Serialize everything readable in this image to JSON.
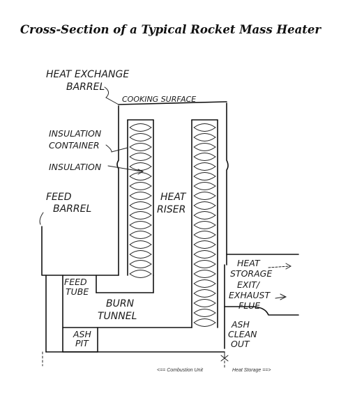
{
  "title": "Cross-Section of a Typical Rocket Mass Heater",
  "labels": {
    "heat_exchange_1": "HEAT EXCHANGE",
    "heat_exchange_2": "BARREL",
    "cooking_surface": "COOKING SURFACE",
    "insul_container_1": "INSULATION",
    "insul_container_2": "CONTAINER",
    "insulation": "INSULATION",
    "heat_1": "HEAT",
    "heat_2": "RISER",
    "feed_barrel_1": "FEED",
    "feed_barrel_2": "BARREL",
    "feed_tube_1": "FEED",
    "feed_tube_2": "TUBE",
    "burn_1": "BURN",
    "burn_2": "TUNNEL",
    "ash_pit_1": "ASH",
    "ash_pit_2": "PIT",
    "heat_storage_1": "HEAT",
    "heat_storage_2": "STORAGE",
    "exhaust_1": "EXIT/",
    "exhaust_2": "EXHAUST",
    "exhaust_3": "FLUE",
    "ash_clean_1": "ASH",
    "ash_clean_2": "CLEAN",
    "ash_clean_3": "OUT",
    "legend_combustion": "<== Combustion Unit",
    "legend_storage": "Heat Storage ==>"
  }
}
